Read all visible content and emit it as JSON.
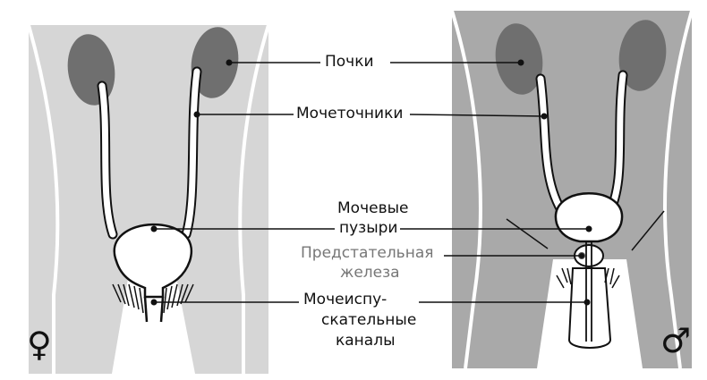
{
  "labels": {
    "kidneys": "Почки",
    "ureters": "Мочеточники",
    "bladder_line1": "Мочевые",
    "bladder_line2": "пузыри",
    "prostate_line1": "Предстательная",
    "prostate_line2": "железа",
    "urethra_line1": "Мочеиспу-",
    "urethra_line2": "скательные",
    "urethra_line3": "каналы"
  },
  "symbols": {
    "female": "♀",
    "male": "♂"
  },
  "colors": {
    "female_panel": "#d6d6d6",
    "male_panel": "#a9a9a9",
    "kidney": "#6f6f6f",
    "organ_fill": "#ffffff",
    "outline": "#111111",
    "prostate_label": "#777777"
  }
}
